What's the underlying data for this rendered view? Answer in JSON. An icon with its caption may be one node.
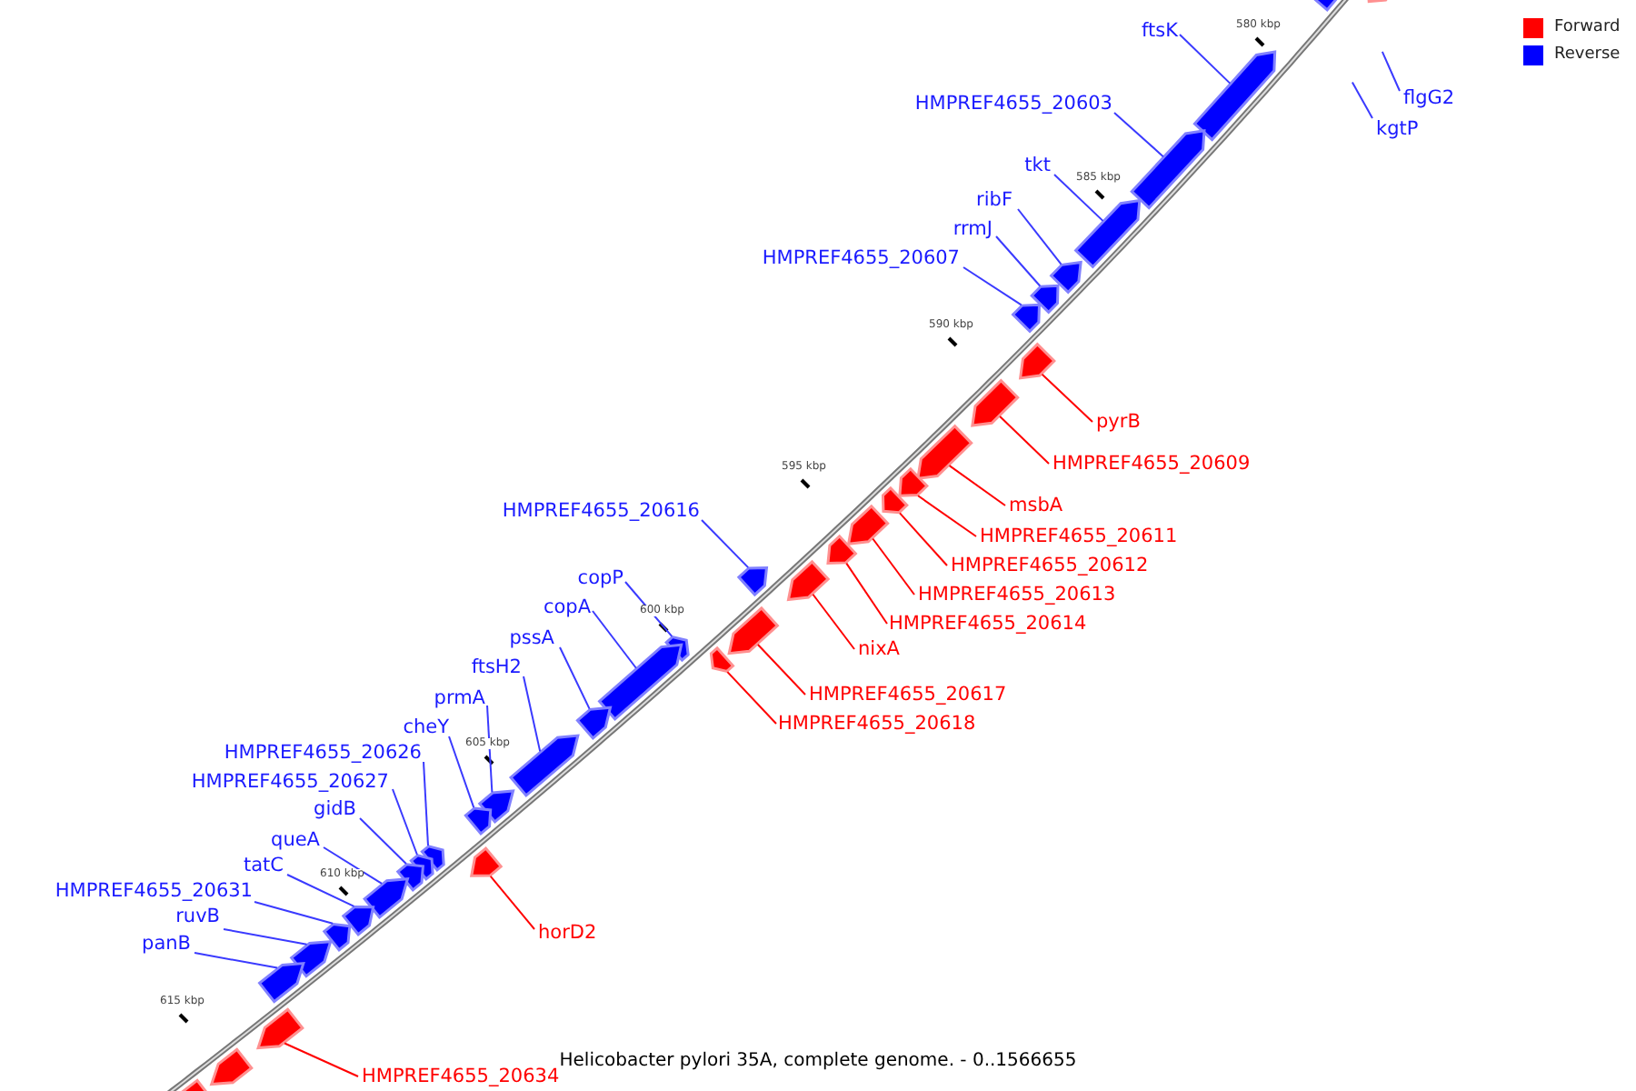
{
  "diagram": {
    "caption": "Helicobacter pylori 35A, complete genome. - 0..1566655",
    "nodes": [
      {
        "text": [
          "ftsK"
        ]
      },
      {
        "text": [
          "flgG2"
        ]
      },
      {
        "text": [
          "HMPREF4655_20603"
        ]
      },
      {
        "text": [
          "kgtP"
        ]
      },
      {
        "text": [
          "tkt"
        ]
      },
      {
        "text": [
          "ribF"
        ]
      },
      {
        "text": [
          "rrmJ"
        ]
      },
      {
        "text": [
          "HMPREF4655_20607"
        ]
      },
      {
        "text": [
          "pyrB"
        ]
      },
      {
        "text": [
          "HMPREF4655_20609"
        ]
      },
      {
        "text": [
          "msbA"
        ]
      },
      {
        "text": [
          "HMPREF4655_20616"
        ]
      },
      {
        "text": [
          "HMPREF4655_20611"
        ]
      },
      {
        "text": [
          "HMPREF4655_20612"
        ]
      },
      {
        "text": [
          "copP"
        ]
      },
      {
        "text": [
          "HMPREF4655_20613"
        ]
      },
      {
        "text": [
          "copA"
        ]
      },
      {
        "text": [
          "HMPREF4655_20614"
        ]
      },
      {
        "text": [
          "pssA"
        ]
      },
      {
        "text": [
          "nixA"
        ]
      },
      {
        "text": [
          "ftsH2"
        ]
      },
      {
        "text": [
          "HMPREF4655_20617"
        ]
      },
      {
        "text": [
          "prmA"
        ]
      },
      {
        "text": [
          "HMPREF4655_20618"
        ]
      },
      {
        "text": [
          "cheY"
        ]
      },
      {
        "text": [
          "HMPREF4655_20626"
        ]
      },
      {
        "text": [
          "HMPREF4655_20627"
        ]
      },
      {
        "text": [
          "gidB"
        ]
      },
      {
        "text": [
          "queA"
        ]
      },
      {
        "text": [
          "tatC"
        ]
      },
      {
        "text": [
          "HMPREF4655_20631"
        ]
      },
      {
        "text": [
          "horD2"
        ]
      },
      {
        "text": [
          "ruvB"
        ]
      },
      {
        "text": [
          "panB"
        ]
      },
      {
        "text": [
          "HMPREF4655_20634"
        ]
      },
      {
        "text": [],
        "shape": "arrow"
      },
      {
        "text": [],
        "shape": "arrow"
      },
      {
        "text": [],
        "shape": "arrow"
      },
      {
        "text": [],
        "shape": "arrow"
      },
      {
        "text": [],
        "shape": "arrow"
      },
      {
        "text": [],
        "shape": "arrow"
      },
      {
        "text": [],
        "shape": "arrow"
      },
      {
        "text": [],
        "shape": "arrow"
      },
      {
        "text": [],
        "shape": "arrow"
      },
      {
        "text": [],
        "shape": "arrow"
      },
      {
        "text": [],
        "shape": "arrow"
      },
      {
        "text": [],
        "shape": "arrow"
      },
      {
        "text": [],
        "shape": "arrow"
      },
      {
        "text": [],
        "shape": "arrow"
      },
      {
        "text": [],
        "shape": "arrow"
      },
      {
        "text": [],
        "shape": "arrow"
      },
      {
        "text": [],
        "shape": "arrow"
      },
      {
        "text": [],
        "shape": "arrow"
      },
      {
        "text": [],
        "shape": "arrow"
      },
      {
        "text": [],
        "shape": "arrow"
      },
      {
        "text": [],
        "shape": "arrow"
      },
      {
        "text": [],
        "shape": "arrow"
      },
      {
        "text": [],
        "shape": "arrow"
      },
      {
        "text": [],
        "shape": "arrow"
      },
      {
        "text": [],
        "shape": "arrow"
      },
      {
        "text": [],
        "shape": "arrow"
      },
      {
        "text": [],
        "shape": "arrow"
      },
      {
        "text": [],
        "shape": "arrow"
      },
      {
        "text": [],
        "shape": "arrow"
      },
      {
        "text": [],
        "shape": "arrow"
      },
      {
        "text": [],
        "shape": "arrow"
      },
      {
        "text": [],
        "shape": "arrow"
      },
      {
        "text": [],
        "shape": "arrow"
      },
      {
        "text": [],
        "shape": "arrow"
      },
      {
        "text": [],
        "shape": "arrow"
      },
      {
        "text": [],
        "shape": "arrow"
      },
      {
        "text": [],
        "shape": "arrow"
      }
    ],
    "edges": [
      {
        "from": 0,
        "to": 35,
        "arrow": "none"
      },
      {
        "from": 1,
        "to": null,
        "arrow": "none"
      },
      {
        "from": 2,
        "to": 36,
        "arrow": "none"
      },
      {
        "from": 3,
        "to": null,
        "arrow": "none"
      },
      {
        "from": 4,
        "to": 37,
        "arrow": "none"
      },
      {
        "from": 5,
        "to": 38,
        "arrow": "none"
      },
      {
        "from": 6,
        "to": 39,
        "arrow": "none"
      },
      {
        "from": 7,
        "to": 40,
        "arrow": "none"
      },
      {
        "from": 8,
        "to": 41,
        "arrow": "none",
        "color": "#ff0000"
      },
      {
        "from": 9,
        "to": 42,
        "arrow": "none",
        "color": "#ff0000"
      },
      {
        "from": 10,
        "to": 43,
        "arrow": "none",
        "color": "#ff0000"
      },
      {
        "from": 11,
        "to": 49,
        "arrow": "none"
      },
      {
        "from": 12,
        "to": 44,
        "arrow": "none",
        "color": "#ff0000"
      },
      {
        "from": 13,
        "to": 45,
        "arrow": "none",
        "color": "#ff0000"
      },
      {
        "from": 14,
        "to": 51,
        "arrow": "none"
      },
      {
        "from": 15,
        "to": 46,
        "arrow": "none",
        "color": "#ff0000"
      },
      {
        "from": 16,
        "to": 52,
        "arrow": "none"
      },
      {
        "from": 17,
        "to": 47,
        "arrow": "none",
        "color": "#ff0000"
      },
      {
        "from": 18,
        "to": 54,
        "arrow": "none"
      },
      {
        "from": 19,
        "to": 48,
        "arrow": "none",
        "color": "#ff0000"
      },
      {
        "from": 20,
        "to": 55,
        "arrow": "none"
      },
      {
        "from": 21,
        "to": 50,
        "arrow": "none",
        "color": "#ff0000"
      },
      {
        "from": 22,
        "to": 57,
        "arrow": "none"
      },
      {
        "from": 23,
        "to": 53,
        "arrow": "none",
        "color": "#ff0000"
      },
      {
        "from": 24,
        "to": 58,
        "arrow": "none"
      },
      {
        "from": 25,
        "to": 59,
        "arrow": "none"
      },
      {
        "from": 26,
        "to": 60,
        "arrow": "none"
      },
      {
        "from": 27,
        "to": 61,
        "arrow": "none"
      },
      {
        "from": 28,
        "to": 62,
        "arrow": "none"
      },
      {
        "from": 29,
        "to": 63,
        "arrow": "none"
      },
      {
        "from": 30,
        "to": 65,
        "arrow": "none"
      },
      {
        "from": 31,
        "to": 56,
        "arrow": "none",
        "color": "#ff0000"
      },
      {
        "from": 32,
        "to": 66,
        "arrow": "none"
      },
      {
        "from": 33,
        "to": 67,
        "arrow": "none"
      },
      {
        "from": 34,
        "to": 64,
        "arrow": "none",
        "color": "#ff0000"
      }
    ],
    "labels": [
      "580 kbp",
      "585 kbp",
      "590 kbp",
      "595 kbp",
      "600 kbp",
      "605 kbp",
      "610 kbp",
      "615 kbp"
    ],
    "legend": [
      {
        "text": "Forward",
        "color": "#ff0000"
      },
      {
        "text": "Reverse",
        "color": "#0000ff"
      }
    ]
  }
}
